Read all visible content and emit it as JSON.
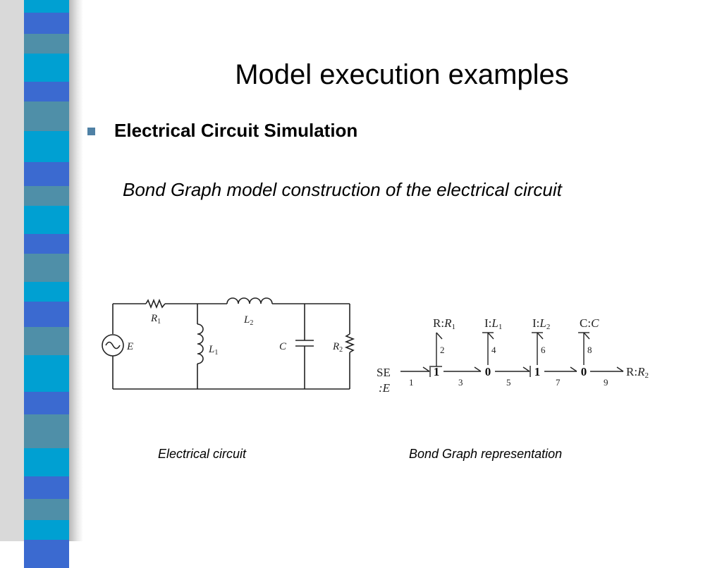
{
  "slide": {
    "title": "Model execution examples",
    "bullet": "Electrical Circuit Simulation",
    "subtitle": "Bond Graph model construction of the electrical circuit"
  },
  "captions": {
    "circuit": "Electrical circuit",
    "bond_graph": "Bond Graph representation"
  },
  "circuit": {
    "labels": {
      "R1": "R",
      "R1_sub": "1",
      "L2": "L",
      "L2_sub": "2",
      "E": "E",
      "L1": "L",
      "L1_sub": "1",
      "C": "C",
      "R2": "R",
      "R2_sub": "2"
    }
  },
  "bond_graph": {
    "source_top": "SE",
    "source_bottom": ":E",
    "junctions": [
      "1",
      "0",
      "1",
      "0"
    ],
    "elements": [
      {
        "kind": "R:",
        "name": "R",
        "sub": "1"
      },
      {
        "kind": "I:",
        "name": "L",
        "sub": "1"
      },
      {
        "kind": "I:",
        "name": "L",
        "sub": "2"
      },
      {
        "kind": "C:",
        "name": "C",
        "sub": ""
      }
    ],
    "vertical_bonds": [
      "2",
      "4",
      "6",
      "8"
    ],
    "horizontal_bonds": [
      "1",
      "3",
      "5",
      "7",
      "9"
    ],
    "sink_kind": "R:",
    "sink_name": "R",
    "sink_sub": "2"
  },
  "theme": {
    "stripe_colors": [
      "#00a0d2",
      "#5f96b0",
      "#003a6b",
      "#3b6ad0",
      "#000000",
      "#e6e4bc",
      "#4f8fa8",
      "#00a0d2",
      "#003a6b",
      "#9ccbf7"
    ]
  }
}
